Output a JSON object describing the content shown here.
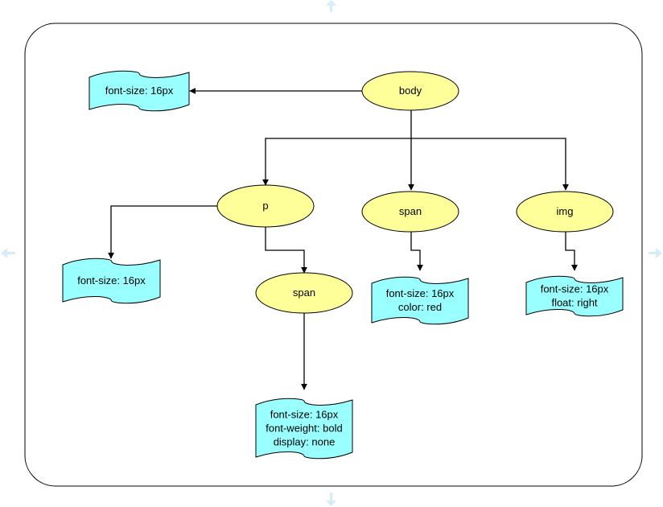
{
  "colors": {
    "ellipse_fill": "#ffff99",
    "doc_fill": "#99ffff",
    "stroke": "#000000",
    "canvas_hint": "#d5ecf9"
  },
  "icons": {
    "connect_arrows": "hover-connect-arrow-icon"
  },
  "diagram": {
    "nodes": {
      "body": "body",
      "p": "p",
      "span_mid": "span",
      "span_child": "span",
      "img": "img"
    },
    "styles": {
      "body": [
        "font-size: 16px"
      ],
      "p": [
        "font-size: 16px"
      ],
      "span_child": [
        "font-size: 16px",
        "font-weight: bold",
        "display: none"
      ],
      "span_mid": [
        "font-size: 16px",
        "color: red"
      ],
      "img": [
        "font-size: 16px",
        "float: right"
      ]
    }
  }
}
